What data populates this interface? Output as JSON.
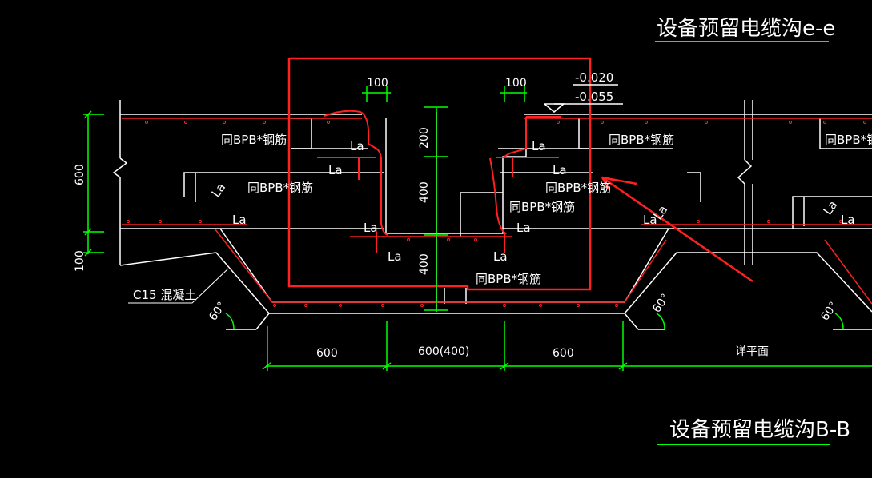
{
  "titles": {
    "top": "设备预留电缆沟e-e",
    "bottom": "设备预留电缆沟B-B"
  },
  "elevations": {
    "a": "-0.020",
    "b": "-0.055"
  },
  "dimensions": {
    "d100_left": "100",
    "d100_right": "100",
    "v200": "200",
    "v400_upper": "400",
    "v400_lower": "400",
    "v600_left": "600",
    "v100_left": "100",
    "h600_left": "600",
    "h600_mid": "600(400)",
    "h600_right": "600",
    "see_plan": "详平面"
  },
  "labels": {
    "rebar_same": "同BPB*钢筋",
    "la": "La",
    "c15": "C15 混凝土",
    "angle60": "60°"
  },
  "colors": {
    "background": "#000000",
    "lines": "#ffffff",
    "dimension": "#00ff00",
    "rebar": "#ff2020",
    "annotation": "#ff2020"
  }
}
